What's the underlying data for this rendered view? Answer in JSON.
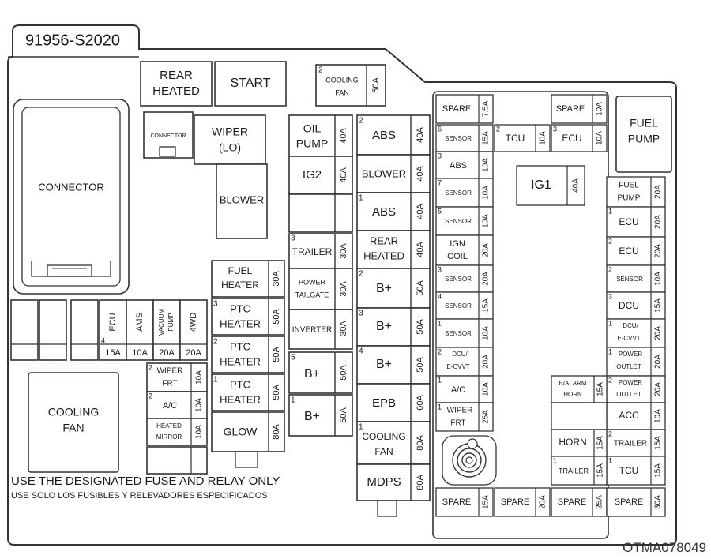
{
  "part_number": "91956-S2020",
  "image_code": "OTMA078049",
  "notice": {
    "en": "USE THE DESIGNATED FUSE AND RELAY ONLY",
    "es": "USE SOLO LOS FUSIBLES Y RELEVADORES ESPECIFICADOS"
  },
  "relays": {
    "rear_heated": [
      "REAR",
      "HEATED"
    ],
    "start": "START",
    "connector_small": "CONNECTOR",
    "connector_big": "CONNECTOR",
    "wiper_lo": [
      "WIPER",
      "(LO)"
    ],
    "blower": "BLOWER",
    "cooling_fan_big": [
      "COOLING",
      "FAN"
    ],
    "ig2": "IG2",
    "ig1": "IG1",
    "fuel_pump": [
      "FUEL",
      "PUMP"
    ]
  },
  "fuses": {
    "top_cooling_fan": {
      "n": "2",
      "label": [
        "COOLING",
        "FAN"
      ],
      "amp": "50A"
    },
    "oil_pump": {
      "label": [
        "OIL",
        "PUMP"
      ],
      "amp": "40A"
    },
    "ig2": {
      "amp": "40A"
    },
    "trailer_30": {
      "n": "3",
      "label": [
        "TRAILER"
      ],
      "amp": "30A"
    },
    "power_tailgate": {
      "label": [
        "POWER",
        "TAILGATE"
      ],
      "amp": "30A"
    },
    "inverter": {
      "label": [
        "INVERTER"
      ],
      "amp": "30A"
    },
    "b_plus_5": {
      "n": "5",
      "label": [
        "B+"
      ],
      "amp": "50A"
    },
    "b_plus_1a": {
      "n": "1",
      "label": [
        "B+"
      ],
      "amp": "50A"
    },
    "fuel_heater": {
      "label": [
        "FUEL",
        "HEATER"
      ],
      "amp": "30A"
    },
    "ptc_heater_3": {
      "n": "3",
      "label": [
        "PTC",
        "HEATER"
      ],
      "amp": "50A"
    },
    "ptc_heater_2": {
      "n": "2",
      "label": [
        "PTC",
        "HEATER"
      ],
      "amp": "50A"
    },
    "ptc_heater_1": {
      "n": "1",
      "label": [
        "PTC",
        "HEATER"
      ],
      "amp": "50A"
    },
    "glow": {
      "label": [
        "GLOW"
      ],
      "amp": "80A"
    },
    "abs_2": {
      "n": "2",
      "label": [
        "ABS"
      ],
      "amp": "40A"
    },
    "blower": {
      "label": [
        "BLOWER"
      ],
      "amp": "40A"
    },
    "abs_1": {
      "n": "1",
      "label": [
        "ABS"
      ],
      "amp": "40A"
    },
    "rear_heated": {
      "label": [
        "REAR",
        "HEATED"
      ],
      "amp": "40A"
    },
    "b_plus_2": {
      "n": "2",
      "label": [
        "B+"
      ],
      "amp": "50A"
    },
    "b_plus_3": {
      "n": "3",
      "label": [
        "B+"
      ],
      "amp": "50A"
    },
    "b_plus_4": {
      "n": "4",
      "label": [
        "B+"
      ],
      "amp": "50A"
    },
    "epb": {
      "label": [
        "EPB"
      ],
      "amp": "60A"
    },
    "cooling_fan_1": {
      "n": "1",
      "label": [
        "COOLING",
        "FAN"
      ],
      "amp": "80A"
    },
    "mdps": {
      "label": [
        "MDPS"
      ],
      "amp": "80A"
    },
    "ecu_4": {
      "n": "4",
      "label": "ECU",
      "amp": "15A"
    },
    "ams": {
      "label": "AMS",
      "amp": "10A"
    },
    "vacuum_pump": {
      "label": [
        "VACUUM",
        "PUMP"
      ],
      "amp": "20A"
    },
    "4wd": {
      "label": "4WD",
      "amp": "20A"
    },
    "wiper_frt_2": {
      "n": "2",
      "label": [
        "WIPER",
        "FRT"
      ],
      "amp": "10A"
    },
    "ac_2": {
      "n": "2",
      "label": [
        "A/C"
      ],
      "amp": "10A"
    },
    "heated_mirror": {
      "label": [
        "HEATED",
        "MIRROR"
      ],
      "amp": "10A"
    },
    "spare_75": {
      "label": [
        "SPARE"
      ],
      "amp": "7.5A"
    },
    "sensor_6": {
      "n": "6",
      "label": [
        "SENSOR"
      ],
      "amp": "15A"
    },
    "abs_3": {
      "n": "3",
      "label": [
        "ABS"
      ],
      "amp": "10A"
    },
    "sensor_7": {
      "n": "7",
      "label": [
        "SENSOR"
      ],
      "amp": "10A"
    },
    "sensor_5": {
      "n": "5",
      "label": [
        "SENSOR"
      ],
      "amp": "10A"
    },
    "ign_coil": {
      "label": [
        "IGN",
        "COIL"
      ],
      "amp": "20A"
    },
    "sensor_3": {
      "n": "3",
      "label": [
        "SENSOR"
      ],
      "amp": "20A"
    },
    "sensor_4": {
      "n": "4",
      "label": [
        "SENSOR"
      ],
      "amp": "15A"
    },
    "sensor_1": {
      "n": "1",
      "label": [
        "SENSOR"
      ],
      "amp": "10A"
    },
    "dcuv_cvvt_2": {
      "n": "2",
      "label": [
        "DCU/",
        "E-CVVT"
      ],
      "amp": "20A"
    },
    "ac_1": {
      "n": "1",
      "label": [
        "A/C"
      ],
      "amp": "10A"
    },
    "wiper_frt_1": {
      "n": "1",
      "label": [
        "WIPER",
        "FRT"
      ],
      "amp": "25A"
    },
    "tcu_2": {
      "n": "2",
      "label": "TCU",
      "amp": "10A"
    },
    "ecu_3": {
      "n": "3",
      "label": "ECU",
      "amp": "10A"
    },
    "spare_10_top": {
      "label": "SPARE",
      "amp": "10A"
    },
    "ig1": {
      "amp": "40A"
    },
    "fuel_pump_small": {
      "label": [
        "FUEL",
        "PUMP"
      ],
      "amp": "20A"
    },
    "ecu_1": {
      "n": "1",
      "label": [
        "ECU"
      ],
      "amp": "20A"
    },
    "ecu_2": {
      "n": "2",
      "label": [
        "ECU"
      ],
      "amp": "20A"
    },
    "sensor_2": {
      "n": "2",
      "label": [
        "SENSOR"
      ],
      "amp": "10A"
    },
    "dcu_3": {
      "n": "3",
      "label": [
        "DCU"
      ],
      "amp": "15A"
    },
    "dcuv_cvvt_1": {
      "n": "1",
      "label": [
        "DCU/",
        "E-CVVT"
      ],
      "amp": "20A"
    },
    "power_outlet_1": {
      "n": "1",
      "label": [
        "POWER",
        "OUTLET"
      ],
      "amp": "20A"
    },
    "power_outlet_2": {
      "n": "2",
      "label": [
        "POWER",
        "OUTLET"
      ],
      "amp": "20A"
    },
    "b_alarm_horn": {
      "label": [
        "B/ALARM",
        "HORN"
      ],
      "amp": "15A"
    },
    "acc": {
      "label": [
        "ACC"
      ],
      "amp": "10A"
    },
    "horn": {
      "label": [
        "HORN"
      ],
      "amp": "15A"
    },
    "trailer_2": {
      "n": "2",
      "label": [
        "TRAILER"
      ],
      "amp": "15A"
    },
    "trailer_1": {
      "n": "1",
      "label": [
        "TRAILER"
      ],
      "amp": "15A"
    },
    "tcu_1": {
      "n": "1",
      "label": [
        "TCU"
      ],
      "amp": "15A"
    },
    "spare_bot_1": {
      "label": "SPARE",
      "amp": "15A"
    },
    "spare_bot_2": {
      "label": "SPARE",
      "amp": "20A"
    },
    "spare_bot_3": {
      "label": "SPARE",
      "amp": "25A"
    },
    "spare_bot_4": {
      "label": "SPARE",
      "amp": "30A"
    }
  }
}
